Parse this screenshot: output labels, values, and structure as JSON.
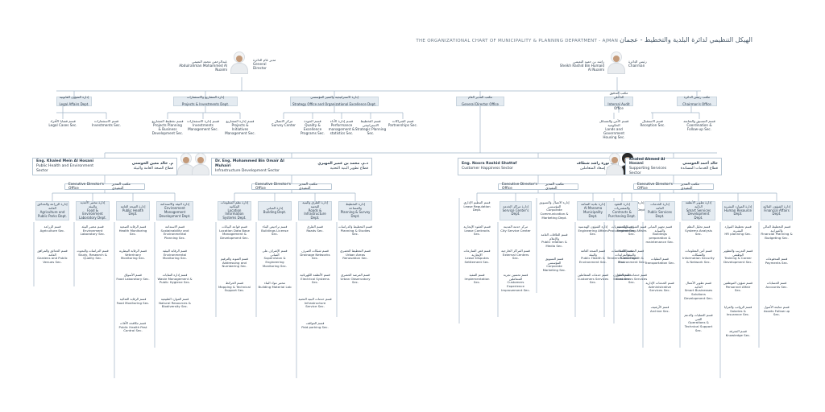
{
  "header": {
    "title_en": "THE ORGANIZATIONAL CHART OF MUNICIPALITY & PLANNING DEPARTMENT - AJMAN",
    "title_ar": "الهيكل التنظيمي لدائرة البلدية والتخطيط - عجمان"
  },
  "chairman": {
    "name_ar": "راشد بن حميد النعيمي",
    "name_en": "Sheikh Rashid Bin Humaid Al Nuaimi",
    "role_ar": "رئيس الدائرة",
    "role_en": "Chairman"
  },
  "director": {
    "name_ar": "عبدالرحمن محمد النعيمي",
    "name_en": "Abdulrahman Mohammed Al Nuaimi",
    "role_ar": "مدير عام الدائرة",
    "role_en": "General Director"
  },
  "top_depts": [
    {
      "ar": "إدارة الشؤون القانونية",
      "en": "Legal Affairs Dept."
    },
    {
      "ar": "إدارة المشاريع والاستثمارات",
      "en": "Projects & Investments Dept."
    },
    {
      "ar": "إدارة الاستراتيجية والتميز المؤسسي",
      "en": "Strategy Office and Organizational Excellence Dept."
    },
    {
      "ar": "مكتب المدير العام",
      "en": "General Director Office"
    },
    {
      "ar": "مكتب التدقيق الداخلي",
      "en": "Internal Audit Office"
    },
    {
      "ar": "مكتب رئيس الدائرة",
      "en": "Chairman's Office"
    }
  ],
  "top_secs": [
    "قسم قضايا الأفراد\nLegal Cases Sec.",
    "قسم الاستثمارات\nInvestments Sec.",
    "قسم تخطيط المشاريع\nProjects Planning & Business Development Sec.",
    "قسم إدارة الاستثمارات\nInvestments Management Sec.",
    "قسم إدارة المشاريع\nProjects & Initiatives Management Sec.",
    "مركز الاتصال\nSurvey Center",
    "قسم الجودة\nQuality & Excellence Programs Sec.",
    "قسم إدارة الأداء\nPerformance management & statistics Sec.",
    "قسم التخطيط الاستراتيجي\nStrategic Planning Sec.",
    "قسم الشراكات\nPartnerships Sec.",
    "قسم الأمن والمسائل الحكومية\nLands and Government Housing Sec.",
    "قسم الاستقبال\nReception Sec.",
    "قسم التنسيق والمتابعة\nCoordination & Follow-up Sec."
  ],
  "sectors": [
    {
      "name_en": "Eng. Khaled Mein Al Hosani",
      "unit_en": "Public Health and Environment Sector",
      "name_ar": "م. خالد معين الحوسني",
      "unit_ar": "قطاع الصحة العامة والبيئة"
    },
    {
      "name_en": "Dr. Eng. Mohammed Bin Omair Al Muhairi",
      "unit_en": "Infrastructure Development Sector",
      "name_ar": "د.م. محمد بن عمير المهيري",
      "unit_ar": "قطاع تطوير البنية التحتية"
    },
    {
      "name_en": "Eng. Noora Rashid Shattaf",
      "unit_en": "Customer Happiness Sector",
      "name_ar": "م. نورة راشد شطاف",
      "unit_ar": "قطاع إسعاد المتعاملين"
    },
    {
      "name_en": "Khaled Ahmed Al Hosani",
      "unit_en": "Supporting Services Sector",
      "name_ar": "خالد أحمد الحوسني",
      "unit_ar": "قطاع الخدمات المساندة"
    }
  ],
  "exec_office": {
    "en": "Executive Director's Office",
    "ar": "مكتب المدير التنفيذي"
  },
  "sector_depts": [
    [
      "إدارة الزراعة والحدائق العامة\nAgriculture and Public Parks Dept.",
      "إدارة مختبر الأغذية والبيئة\nFood & Environment Laboratory Dept.",
      "إدارة الصحة العامة\nPublic Health Dept.",
      "إدارة البيئة والاستدامة\nEnvironment Management Development Dept."
    ],
    [
      "إدارة نظم المعلومات المكانية\nLocation Information Systems Dept.",
      "إدارة المباني\nBuilding Dept.",
      "إدارة الطرق والبنية التحتية\nRoads & Infrastructure Dept.",
      "إدارة التخطيط والمساحة\nPlanning & Survey Dept."
    ],
    [
      "إدارة مراكز الخدمة\nService Center's Dept.",
      "إدارة بلدية المنامة\nAl Manama Municipality Dept."
    ],
    [
      "إدارة العقود والمشتريات\nContracts & Purchasing Dept.",
      "إدارة الخدمات العامة\nPublic Services Dept.",
      "إدارة تطوير الأنظمة الذكية\nSmart Services Development Dept.",
      "إدارة الموارد البشرية\nHuman Resource Dept.",
      "إدارة الشؤون المالية\nFinancial Affairs Dept."
    ]
  ],
  "sector_secs": [
    [
      [
        "قسم الزراعة\nAgriculture Sec.",
        "قسم الحدائق والمرافق العامة\nGardens and Public Venues Sec."
      ],
      [
        "قسم مختبر البيئة\nEnvironment Laboratory Sec.",
        "قسم الدراسات والبحوث\nStudy, Research & Quality Sec."
      ],
      [
        "قسم الرقابة الصحية\nHealth Monitoring Sec.",
        "قسم الرقابة البيطرية\nVeterinary Monitoring Sec.",
        "قسم الأسواق\nFood Laboratory Sec.",
        "قسم الرقابة الغذائية\nFood Monitoring Sec.",
        "قسم مكافحة الآفات\nPublic Health Pest Control Sec."
      ],
      [
        "قسم الاستدامة\nSustainability and Environmental Planning Sec.",
        "قسم الرقابة البيئية\nEnvironmental Monitoring Sec.",
        "قسم إدارة النفايات\nWaste Management & Public Hygiene Sec.",
        "قسم الموارد الطبيعية\nNatural Resources & Biodiversity Sec."
      ]
    ],
    [
      [
        "قسم قواعد البيانات\nLocation Data Base Management & Development Sec.",
        "قسم العنونة والترقيم\nAddressing and Numbering Sec.",
        "قسم الخرائط\nMapping & Technical Support Sec."
      ],
      [
        "قسم تراخيص البناء\nBuildings License Sec.",
        "قسم الإشراف على المباني\nSupervision & Engineering Monitoring Sec.",
        "مختبر مواد البناء\nBuilding Material Lab"
      ],
      [
        "قسم الطرق\nRoads Sec.",
        "قسم شبكات الصرف\nDrainage Networks Sec.",
        "قسم الأنظمة الكهربائية\nElectrical Systems Sec.",
        "قسم خدمات البنية التحتية\nInfrastructure Service Sec.",
        "قسم المواقف\nPaid parking Sec."
      ],
      [
        "قسم التخطيط والدراسات\nPlanning & Studies Sec.",
        "قسم التخطيط الحضري\nUrban Areas Renovation Sec.",
        "قسم المرصد الحضري\nUrban Observatory Sec."
      ]
    ],
    [
      [
        "قسم التنظيم الإداري\nLease Regulation Dept.",
        "قسم العقود الإيجارية\nLease Contracts Sec.",
        "قسم فض المنازعات الإيجارية\nLease Disputes Settlement Sec.",
        "قسم التنفيذ\nImplementation Sec."
      ],
      [
        "مركز خدمة المدينة\nCity Service Center",
        "قسم المراكز الخارجية\nExternal Centers Sec.",
        "قسم تحسين تجربة المتعاملين\nCustomers Experience Improvement Sec."
      ],
      [
        "إدارة الاتصال والتسويق المؤسسي\nCorporate Communication & Marketing Dept.",
        "قسم العلاقات العامة والإعلام\nPublic relation & Media Sec.",
        "قسم التسويق المؤسسي\nCorporate Marketing Sec."
      ],
      [
        "إدارة الشؤون الهندسية\nEngineering Affairs Sec.",
        "قسم الصحة العامة والبيئة\nPublic Health & Environment Sec.",
        "قسم خدمات المتعاملين\nCustomers Services Sec."
      ],
      [
        "إدارة بلدية مصفوت\nMasfout Municipality Dept.",
        "قسم الشؤون الهندسية\nEngineering Affairs Sec.",
        "قسم الصحة العامة والبيئة\nPublic Health & Environment Sec.",
        "قسم خدمات المتعاملين\nCustomers Services Sec."
      ]
    ],
    [
      [
        "قسم المشتريات\nProcurement Sec.",
        "قسم المناقصات والمزايدات\nTenders & biddings Sec.",
        "قسم المخازن\nStores Sec."
      ],
      [
        "قسم تجهيز المباني والصيانة\nBuildings preparation & maintenance Sec.",
        "قسم النقليات\nTransportation Sec.",
        "قسم الخدمات الإدارية\nAdministrative Services Sec.",
        "قسم الأرشيف\nArchive Sec."
      ],
      [
        "قسم تحليل النظم\nSystems Analysis Sec.",
        "قسم أمن المعلومات والشبكات\nInformation Security & Network Sec.",
        "قسم تطوير الأعمال الذكية\nSmart Businesses Solutions Development Sec.",
        "قسم العمليات والدعم الفني\nOperations & Technical Support Sec."
      ],
      [
        "قسم تخطيط الموارد البشرية\nHR planning Sec.",
        "قسم التدريب والتطوير الوظيفي\nTraining & Career Development Sec.",
        "قسم شؤون الموظفين\nPersonnel Affair Sec.",
        "قسم الرواتب والمزايا\nSalaries & Insurance Sec.",
        "قسم المعرفة\nKnowledge Sec."
      ],
      [
        "قسم التخطيط المالي والميزانية\nFinancial Planning & Budgeting Sec.",
        "قسم المدفوعات\nPayments Sec.",
        "قسم الحسابات\nAccounts Sec.",
        "قسم متابعة الأصول\nAssets Follow up Sec."
      ]
    ]
  ]
}
